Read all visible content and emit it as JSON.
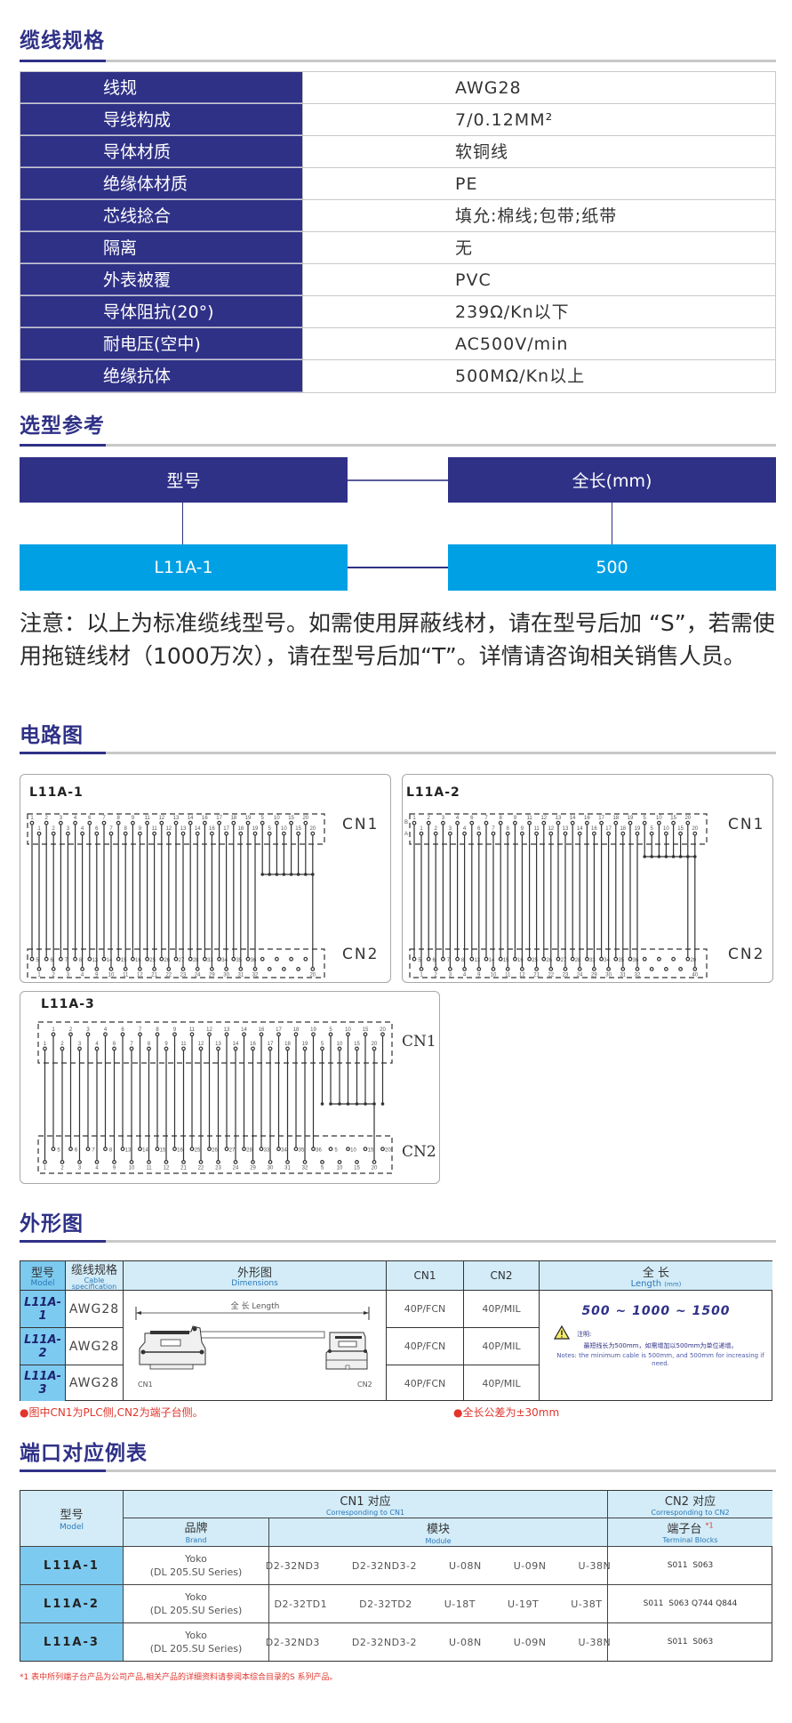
{
  "sections": {
    "cable_spec": "缆线规格",
    "selection": "选型参考",
    "circuit": "电路图",
    "outline": "外形图",
    "port_map": "端口对应例表"
  },
  "cable_spec": {
    "rows": [
      {
        "key": "线规",
        "value": "AWG28"
      },
      {
        "key": "导线构成",
        "value": "7/0.12MM²"
      },
      {
        "key": "导体材质",
        "value": "软铜线"
      },
      {
        "key": "绝缘体材质",
        "value": "PE"
      },
      {
        "key": "芯线捻合",
        "value": "填允:棉线;包带;纸带"
      },
      {
        "key": "隔离",
        "value": "无"
      },
      {
        "key": "外表被覆",
        "value": "PVC"
      },
      {
        "key": "导体阻抗(20°)",
        "value": "239Ω/Kn以下"
      },
      {
        "key": "耐电压(空中)",
        "value": "AC500V/min"
      },
      {
        "key": "绝缘抗体",
        "value": "500MΩ/Kn以上"
      }
    ]
  },
  "selection": {
    "model_header": "型号",
    "length_header": "全长(mm)",
    "model_value": "L11A-1",
    "length_value": "500",
    "note": "注意：以上为标准缆线型号。如需使用屏蔽线材，请在型号后加 “S”，若需使用拖链线材（1000万次），请在型号后加“T”。详情请咨询相关销售人员。"
  },
  "circuit": {
    "panels": [
      {
        "title": "L11A-1",
        "cn1": "CN1",
        "cn2": "CN2",
        "cn1_top": [
          "1",
          "2",
          "3",
          "4",
          "6",
          "7",
          "8",
          "9",
          "11",
          "12",
          "13",
          "14",
          "16",
          "17",
          "18",
          "19",
          "5",
          "10",
          "15",
          "20"
        ],
        "cn1_bottom": [
          "1",
          "2",
          "3",
          "4",
          "6",
          "7",
          "8",
          "9",
          "11",
          "12",
          "13",
          "14",
          "16",
          "17",
          "18",
          "19",
          "5",
          "10",
          "15",
          "20"
        ],
        "cn2_top": [
          "5",
          "6",
          "7",
          "8",
          "13",
          "14",
          "15",
          "16",
          "25",
          "26",
          "27",
          "28",
          "33",
          "34",
          "35",
          "36",
          "",
          "",
          "",
          ""
        ],
        "cn2_bottom": [
          "1",
          "2",
          "3",
          "4",
          "9",
          "10",
          "11",
          "12",
          "21",
          "22",
          "23",
          "24",
          "29",
          "30",
          "31",
          "32",
          "",
          "",
          "",
          "20"
        ]
      },
      {
        "title": "L11A-2",
        "cn1": "CN1",
        "cn2": "CN2",
        "row_b": "B",
        "row_a": "A",
        "cn1_top": [
          "1",
          "2",
          "3",
          "4",
          "6",
          "7",
          "8",
          "9",
          "11",
          "12",
          "13",
          "14",
          "16",
          "17",
          "18",
          "19",
          "5",
          "10",
          "15",
          "20"
        ],
        "cn1_bottom": [
          "1",
          "2",
          "3",
          "4",
          "6",
          "7",
          "8",
          "9",
          "11",
          "12",
          "13",
          "14",
          "16",
          "17",
          "18",
          "19",
          "5",
          "10",
          "15",
          "20"
        ],
        "cn2_top": [
          "5",
          "6",
          "7",
          "8",
          "13",
          "14",
          "15",
          "16",
          "25",
          "26",
          "27",
          "28",
          "33",
          "34",
          "35",
          "36",
          "",
          "",
          "",
          "20"
        ],
        "cn2_bottom": [
          "1",
          "2",
          "3",
          "4",
          "9",
          "10",
          "11",
          "12",
          "21",
          "22",
          "23",
          "24",
          "29",
          "30",
          "31",
          "32",
          "",
          "",
          "",
          "40"
        ]
      },
      {
        "title": "L11A-3",
        "cn1": "CN1",
        "cn2": "CN2",
        "cn1_top": [
          "1",
          "2",
          "3",
          "4",
          "6",
          "7",
          "8",
          "9",
          "11",
          "12",
          "13",
          "14",
          "16",
          "17",
          "18",
          "19",
          "5",
          "10",
          "15",
          "20"
        ],
        "cn1_bottom": [
          "1",
          "2",
          "3",
          "4",
          "6",
          "7",
          "8",
          "9",
          "11",
          "12",
          "13",
          "14",
          "16",
          "17",
          "18",
          "19",
          "5",
          "10",
          "15",
          "20"
        ],
        "cn2_top": [
          "5",
          "6",
          "7",
          "8",
          "13",
          "14",
          "15",
          "16",
          "25",
          "26",
          "27",
          "28",
          "33",
          "34",
          "35",
          "36",
          "5",
          "10",
          "15",
          "20"
        ],
        "cn2_bottom": [
          "1",
          "2",
          "3",
          "4",
          "9",
          "10",
          "11",
          "12",
          "21",
          "22",
          "23",
          "24",
          "29",
          "30",
          "31",
          "32",
          "5",
          "10",
          "15",
          "20"
        ]
      }
    ]
  },
  "outline": {
    "headers": {
      "model_zh": "型号",
      "model_en": "Model",
      "cable_zh": "缆线规格",
      "cable_en1": "Cable",
      "cable_en2": "specification",
      "dim_zh": "外形图",
      "dim_en": "Dimensions",
      "cn1": "CN1",
      "cn2": "CN2",
      "length_zh": "全 长",
      "length_en": "Length",
      "length_unit": "(mm)"
    },
    "rows": [
      {
        "model": "L11A-1",
        "cable": "AWG28",
        "cn1": "40P/FCN",
        "cn2": "40P/MIL"
      },
      {
        "model": "L11A-2",
        "cable": "AWG28",
        "cn1": "40P/FCN",
        "cn2": "40P/MIL"
      },
      {
        "model": "L11A-3",
        "cable": "AWG28",
        "cn1": "40P/FCN",
        "cn2": "40P/MIL"
      }
    ],
    "drawing": {
      "length_label": "全 长  Length",
      "cn1_label": "CN1",
      "cn2_label": "CN2"
    },
    "length_range": "500 ~ 1000 ~ 1500",
    "note_title": "注明:",
    "note_zh": "最短线长为500mm，如需增加以500mm为单位递增。",
    "note_en": "Notes: the minimum cable is 500mm, and 500mm for increasing if need.",
    "footnote_left": "●图中CN1为PLC侧,CN2为端子台侧。",
    "footnote_right": "●全长公差为±30mm"
  },
  "port_map": {
    "headers": {
      "model_zh": "型号",
      "model_en": "Model",
      "cn1_zh": "CN1 对应",
      "cn1_en": "Corresponding to CN1",
      "cn2_zh": "CN2 对应",
      "cn2_en": "Corresponding to CN2",
      "brand_zh": "品牌",
      "brand_en": "Brand",
      "module_zh": "模块",
      "module_en": "Module",
      "terminal_zh": "端子台",
      "terminal_mark": "*1",
      "terminal_en": "Terminal Blocks"
    },
    "rows": [
      {
        "model": "L11A-1",
        "brand1": "Yoko",
        "brand2": "(DL 205.SU Series)",
        "module": "D2-32ND3   D2-32ND3-2   U-08N   U-09N   U-38N",
        "terminal": "S011  S063"
      },
      {
        "model": "L11A-2",
        "brand1": "Yoko",
        "brand2": "(DL 205.SU Series)",
        "module": "D2-32TD1   D2-32TD2   U-18T   U-19T   U-38T",
        "terminal": "S011  S063 Q744 Q844"
      },
      {
        "model": "L11A-3",
        "brand1": "Yoko",
        "brand2": "(DL 205.SU Series)",
        "module": "D2-32ND3   D2-32ND3-2   U-08N   U-09N   U-38N",
        "terminal": "S011  S063"
      }
    ],
    "footnote": "*1  表中所列端子台产品为公司产品,相关产品的详细资料请参阅本综合目录的S 系列产品。"
  },
  "colors": {
    "brand_navy": "#2f3187",
    "accent_blue": "#00a0e4",
    "header_light_blue": "#d3ecf8",
    "model_blue": "#7dcaf0",
    "note_red": "#e2352c"
  }
}
